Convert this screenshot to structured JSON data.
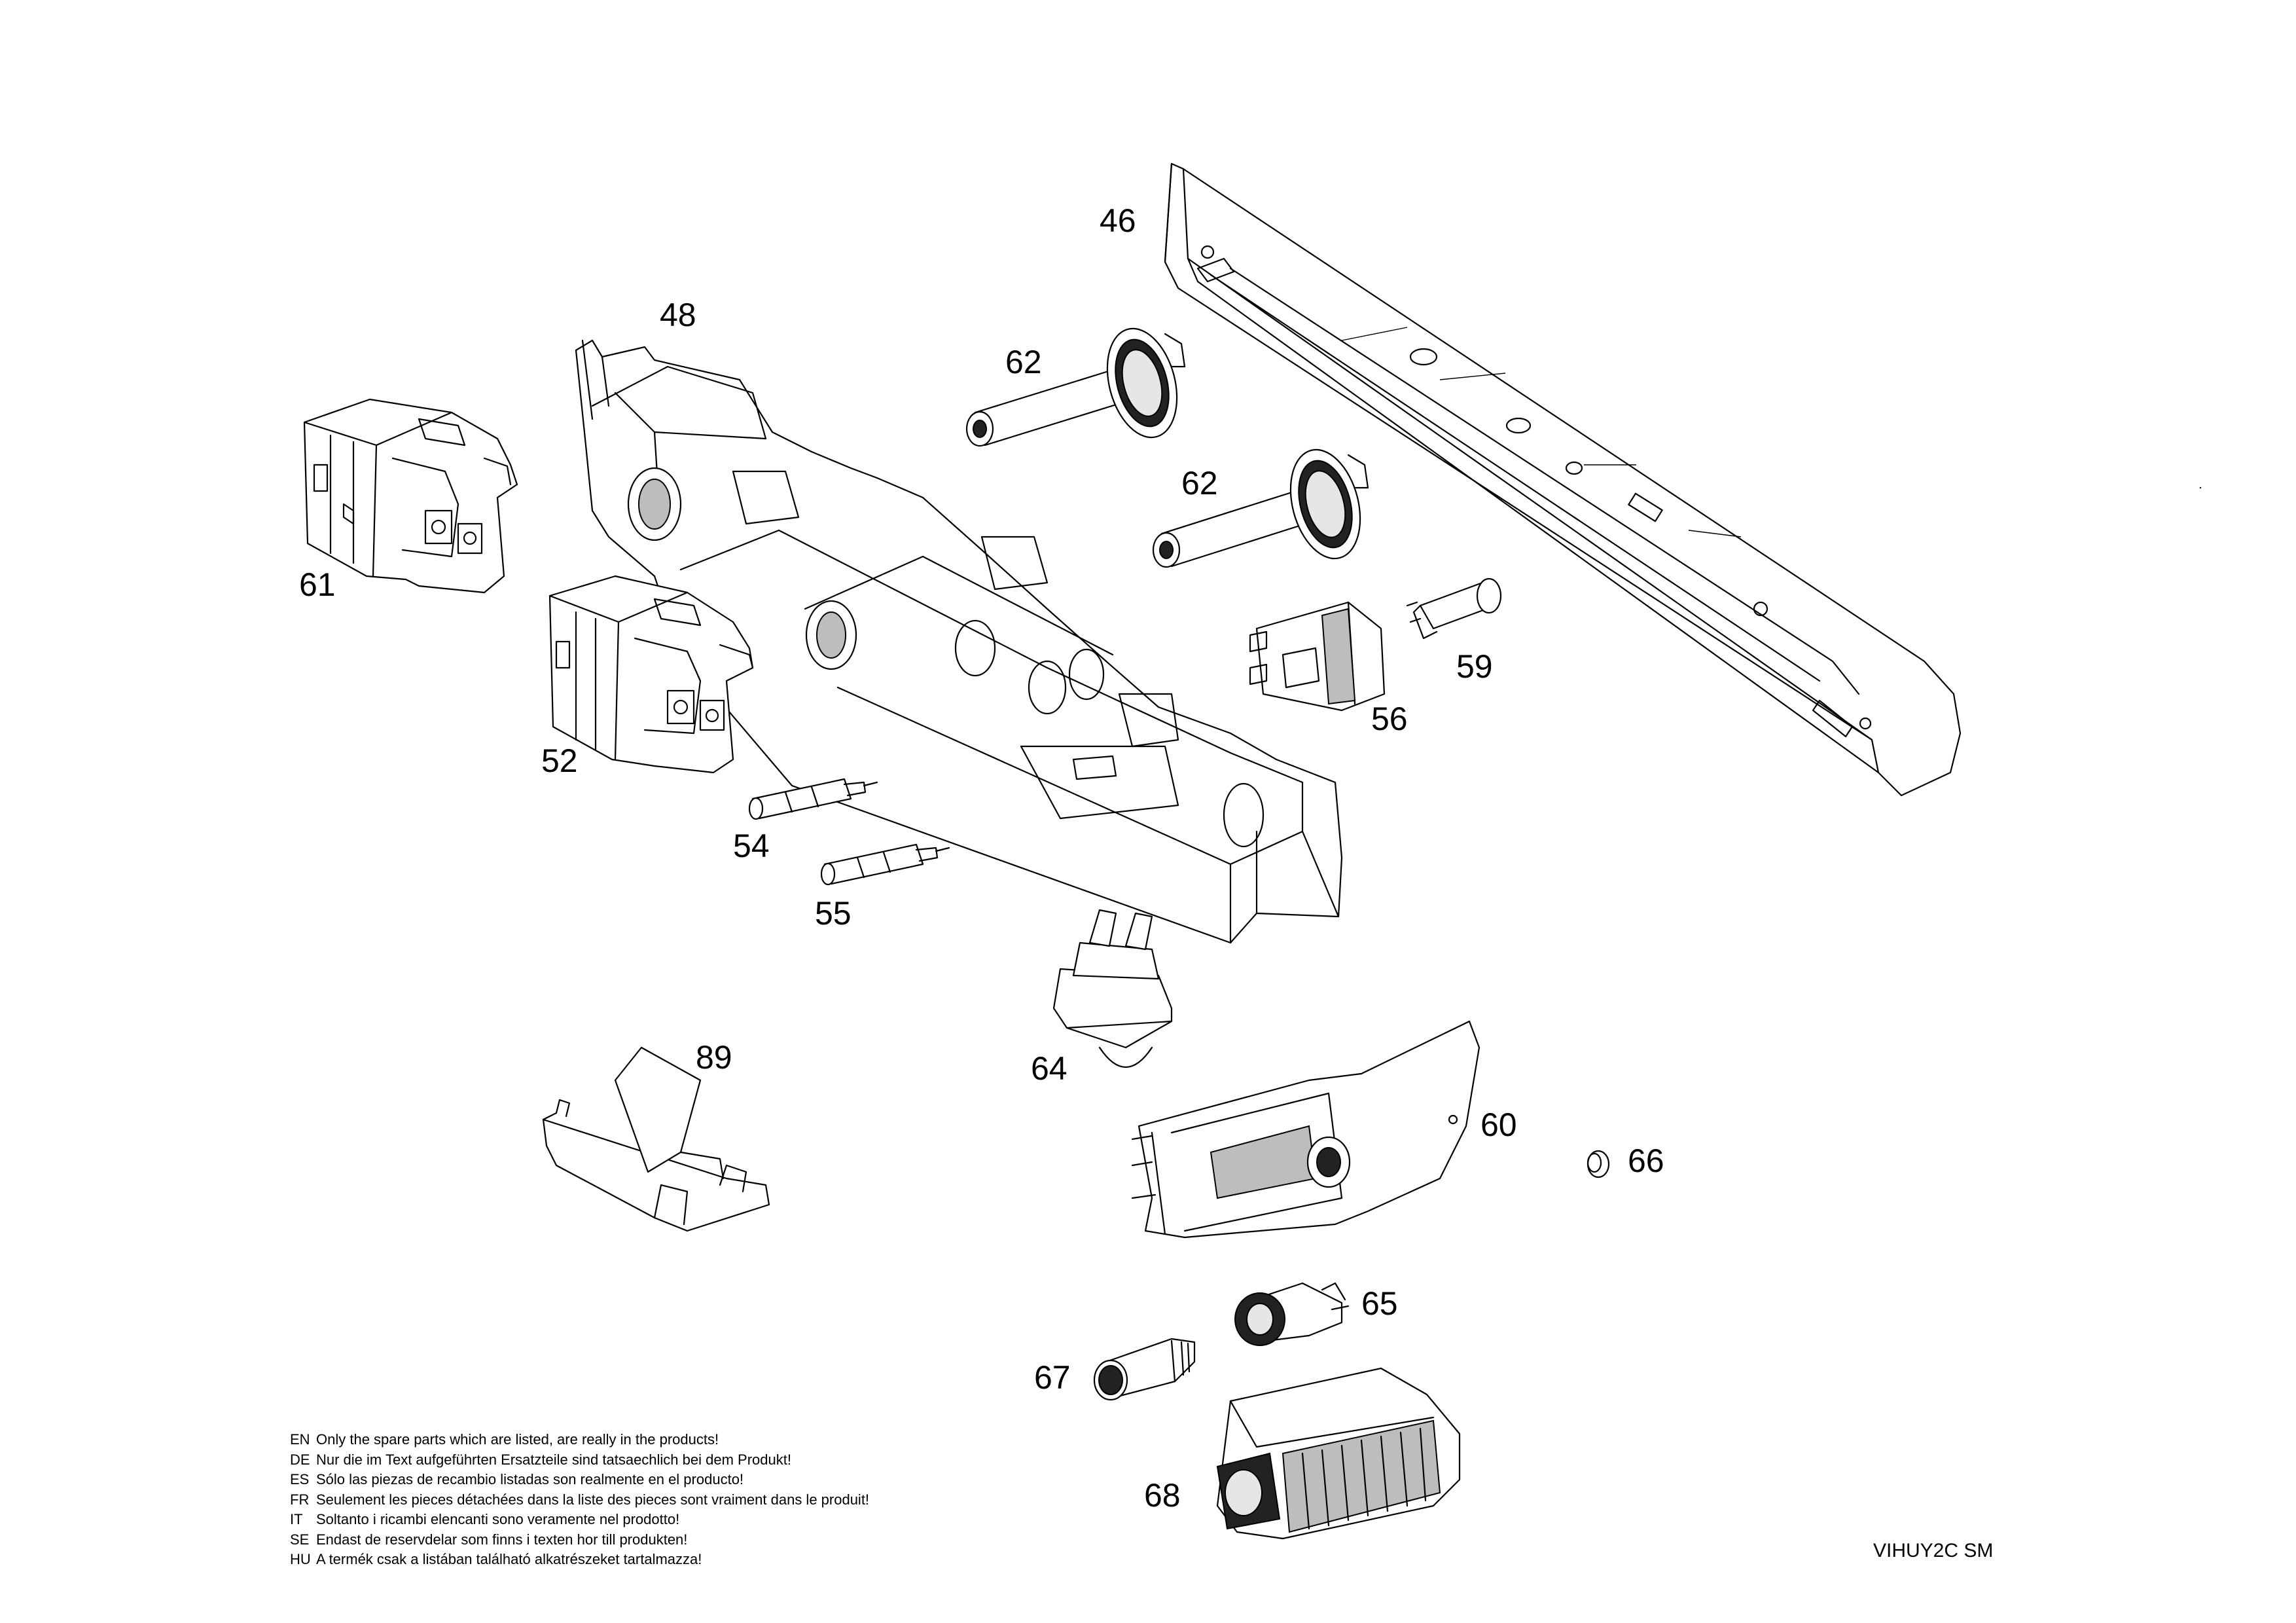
{
  "callouts": {
    "p46": "46",
    "p48": "48",
    "p62a": "62",
    "p62b": "62",
    "p61": "61",
    "p52": "52",
    "p56": "56",
    "p59": "59",
    "p54": "54",
    "p55": "55",
    "p64": "64",
    "p89": "89",
    "p60": "60",
    "p66": "66",
    "p65": "65",
    "p67": "67",
    "p68": "68"
  },
  "disclaimer": [
    {
      "code": "EN",
      "text": "Only the spare parts which are listed, are really in the products!"
    },
    {
      "code": "DE",
      "text": "Nur die im Text aufgeführten Ersatzteile sind tatsaechlich bei dem Produkt!"
    },
    {
      "code": "ES",
      "text": "Sólo las piezas de recambio  listadas son realmente en el producto!"
    },
    {
      "code": "FR",
      "text": "Seulement les pieces détachées dans la liste des pieces sont vraiment dans le produit!"
    },
    {
      "code": "IT",
      "text": "Soltanto i ricambi elencanti sono veramente nel prodotto!"
    },
    {
      "code": "SE",
      "text": "Endast de reservdelar som finns i texten hor till produkten!"
    },
    {
      "code": "HU",
      "text": "A termék csak a listában található alkatrészeket tartalmazza!"
    }
  ],
  "drawing_code": "VIHUY2C SM"
}
